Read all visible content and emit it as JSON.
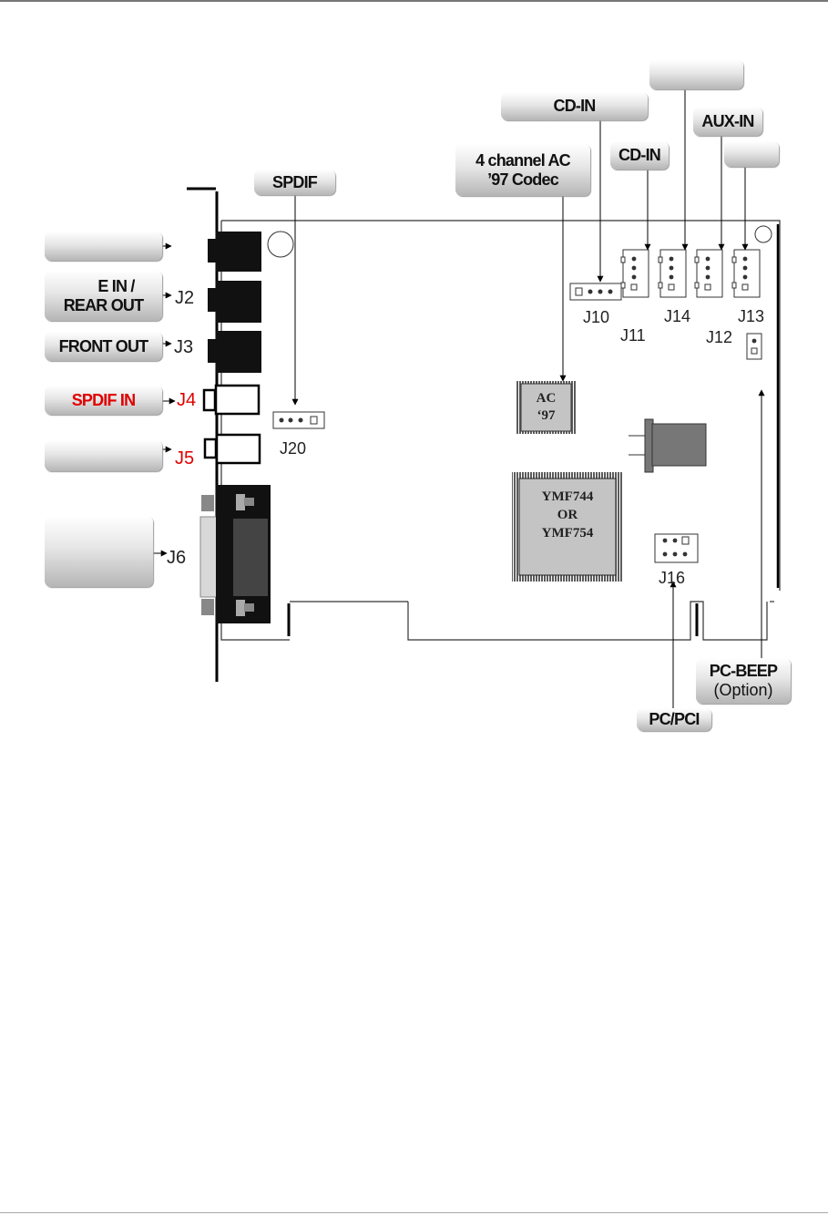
{
  "callouts": {
    "cd_in_top": "CD-IN",
    "aux_in": "AUX-IN",
    "codec_line1": "4 channel AC",
    "codec_line2": "’97 Codec",
    "cd_in_mid": "CD-IN",
    "spdif": "SPDIF",
    "line_in_rear_out_line1": "E IN /",
    "line_in_rear_out_line2": "REAR OUT",
    "front_out": "FRONT OUT",
    "spdif_in": "SPDIF IN",
    "pc_beep": "PC-BEEP",
    "pc_beep_option": "(Option)",
    "pc_pci": "PC/PCI"
  },
  "connectors": {
    "j2": "J2",
    "j3": "J3",
    "j4": "J4",
    "j5": "J5",
    "j6": "J6",
    "j10": "J10",
    "j11": "J11",
    "j12": "J12",
    "j13": "J13",
    "j14": "J14",
    "j16": "J16",
    "j20": "J20"
  },
  "chips": {
    "ac97_line1": "AC",
    "ac97_line2": "‘97",
    "ymf_line1": "YMF744",
    "ymf_line2": "OR",
    "ymf_line3": "YMF754"
  },
  "colors": {
    "accent_red": "#e00000",
    "board_line": "#333333",
    "jack_black": "#111111"
  }
}
